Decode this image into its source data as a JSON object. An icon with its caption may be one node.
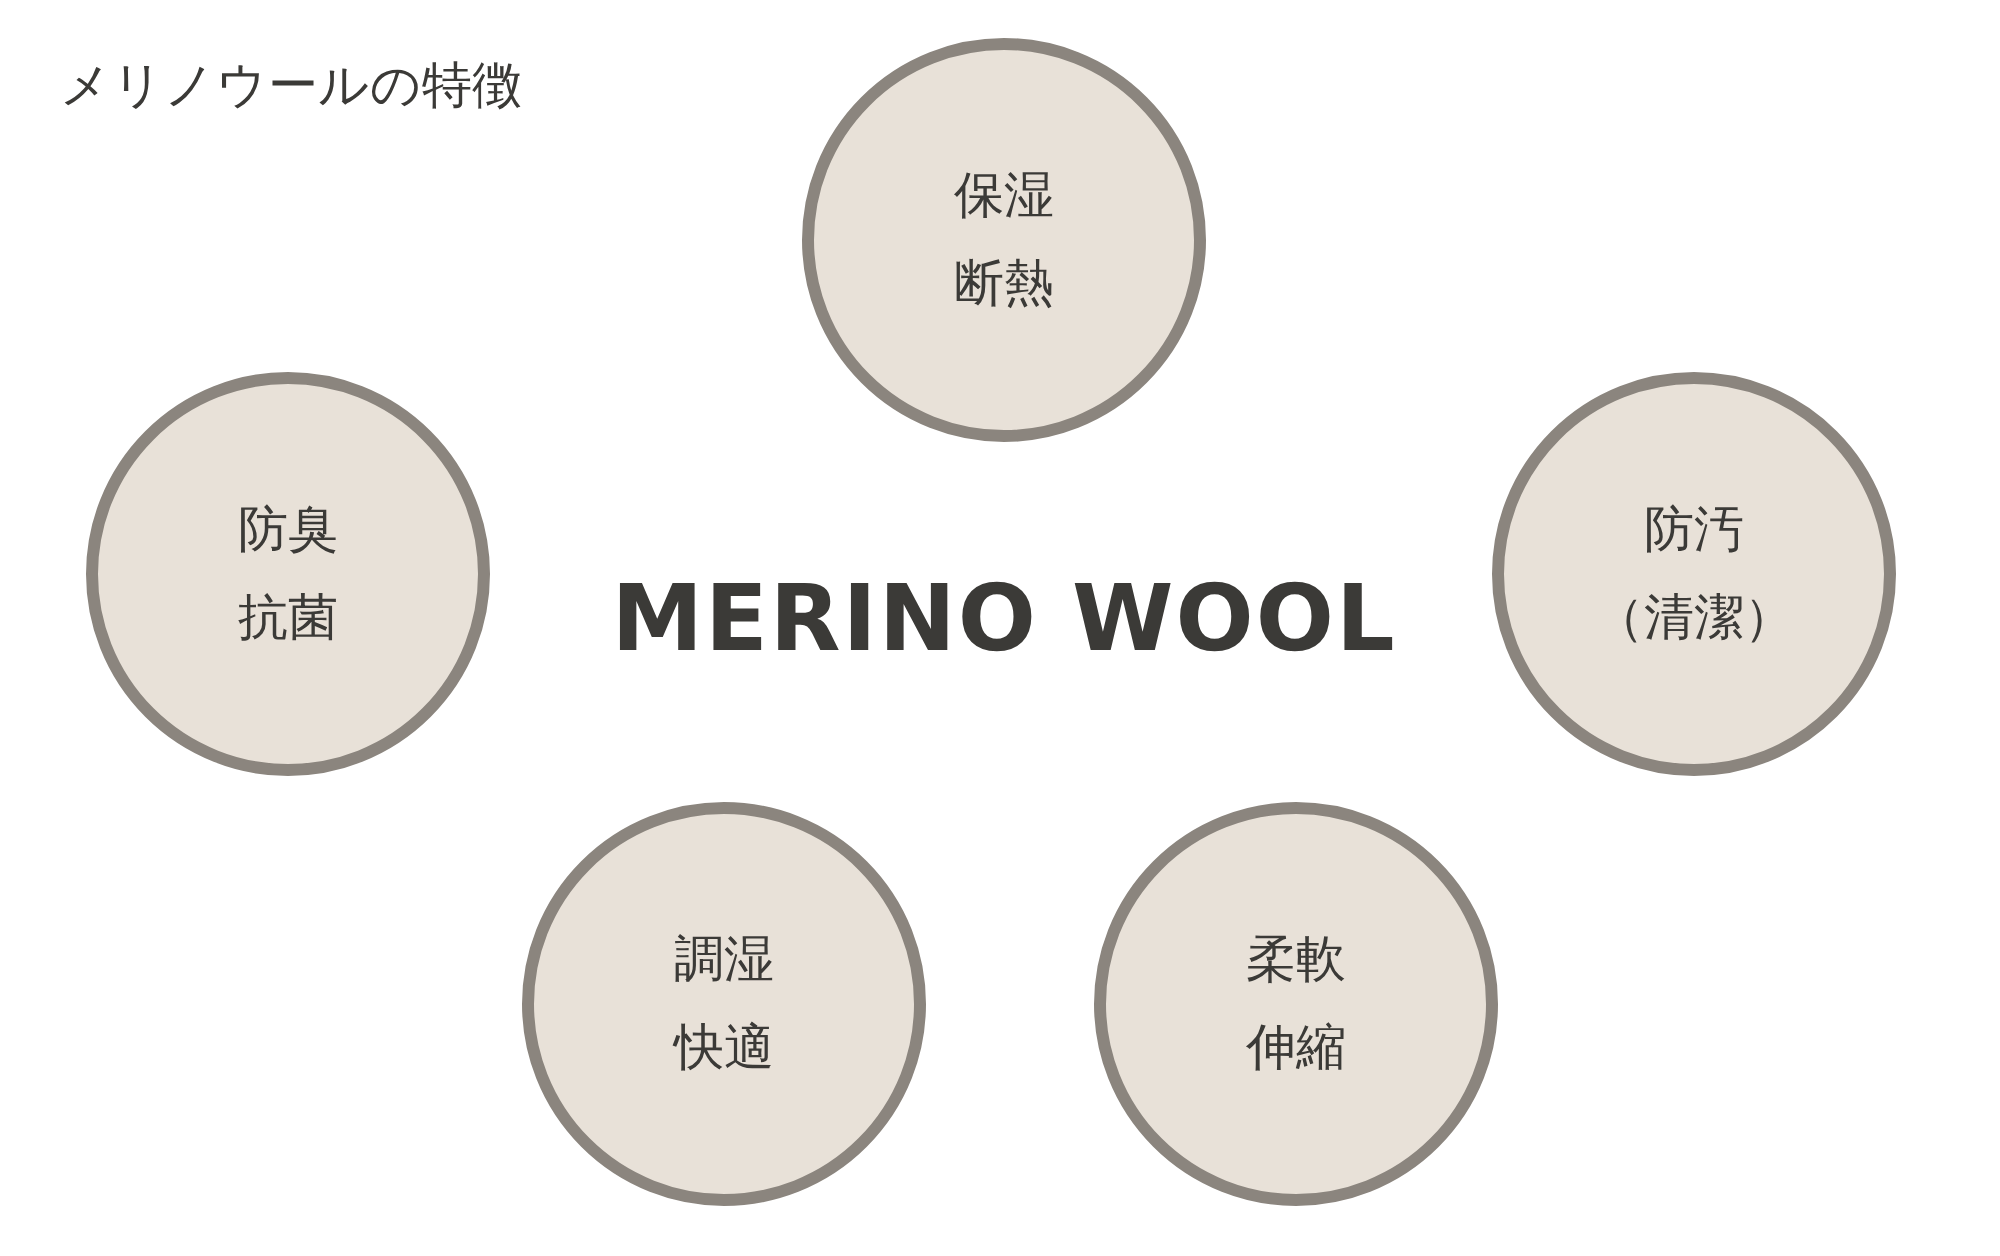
{
  "diagram": {
    "title": "メリノウールの特徴",
    "nodes": [
      {
        "text": [
          "保湿",
          "断熱"
        ]
      },
      {
        "text": [
          "防臭",
          "抗菌"
        ]
      },
      {
        "text": [
          "防汚",
          "（清潔）"
        ]
      },
      {
        "text": [
          "調湿",
          "快適"
        ]
      },
      {
        "text": [
          "柔軟",
          "伸縮"
        ]
      }
    ],
    "labels": [
      "MERINO WOOL"
    ]
  }
}
